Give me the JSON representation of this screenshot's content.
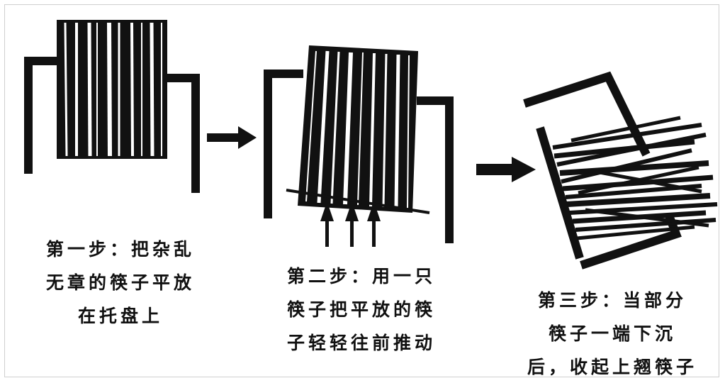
{
  "colors": {
    "ink": "#111111",
    "highlight": "#ffffff",
    "frame": "#cfcfcf"
  },
  "steps": [
    {
      "caption_lines": [
        "第一步：把杂乱",
        "无章的筷子平放",
        "在托盘上"
      ]
    },
    {
      "caption_lines": [
        "第二步：用一只",
        "筷子把平放的筷",
        "子轻轻往前推动"
      ]
    },
    {
      "caption_lines": [
        "第三步：当部分",
        "筷子一端下沉",
        "后，收起上翘筷子"
      ]
    }
  ],
  "icons": [
    "arrow-right-icon",
    "arrow-right-icon",
    "arrow-up-icon"
  ]
}
